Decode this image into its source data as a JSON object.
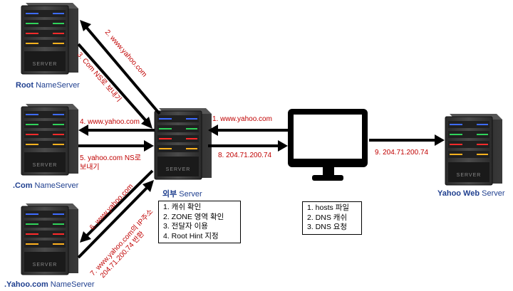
{
  "servers": {
    "root": {
      "strong": "Root",
      "rest": " NameServer"
    },
    "com": {
      "strong": ".Com",
      "rest": " NameServer"
    },
    "yahoo": {
      "strong": ".Yahoo.com",
      "rest": " NameServer"
    },
    "outer": {
      "strong": "외부",
      "rest": " Server"
    },
    "web": {
      "strong": "Yahoo Web",
      "rest": " Server"
    }
  },
  "server_plate_text": "SERVER",
  "steps": {
    "s1": "1. www.yahoo.com",
    "s2": "2. www.yahoo.com",
    "s3": "3. Com NS로 보내기",
    "s4": "4. www.yahoo.com",
    "s5_line1": "5. yahoo.com NS로",
    "s5_line2": "보내기",
    "s6": "6. www.yahoo.com",
    "s7_line1": "7. www.yahoo.com의 IP주소",
    "s7_line2": "204.71.200.74 반환",
    "s8": "8. 204.71.200.74",
    "s9": "9. 204.71.200.74"
  },
  "server_steps": [
    "1. 캐쉬 확인",
    "2. ZONE 영역 확인",
    "3. 전달자 이용",
    "4. Root Hint 지정"
  ],
  "client_steps": [
    "1. hosts 파일",
    "2. DNS 캐쉬",
    "3. DNS 요청"
  ],
  "colors": {
    "label_blue": "#1f3f8f",
    "step_red": "#c00000",
    "arrow": "#000000"
  }
}
